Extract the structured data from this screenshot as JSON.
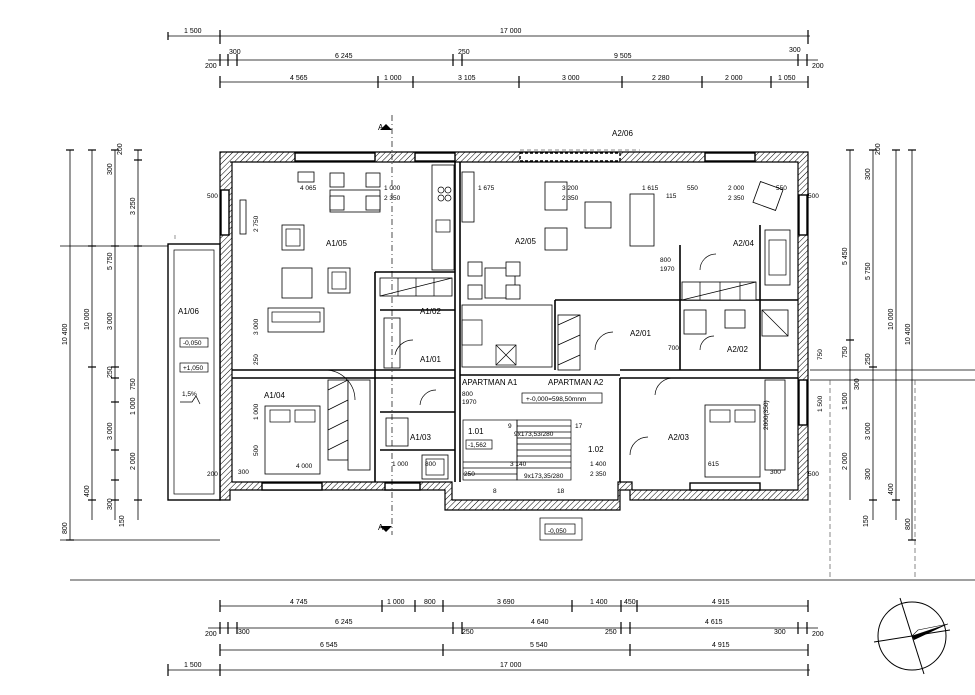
{
  "top_dims": {
    "row1": [
      "1 500",
      "17 000"
    ],
    "row2": [
      "200",
      "300",
      "6 245",
      "250",
      "9 505",
      "300",
      "200"
    ],
    "row3": [
      "4 565",
      "1 000",
      "3 105",
      "3 000",
      "2 280",
      "2 000",
      "1 050"
    ]
  },
  "bottom_dims": {
    "row1": [
      "4 745",
      "1 000",
      "800",
      "3 690",
      "1 400",
      "450",
      "4 915"
    ],
    "row2": [
      "200",
      "300",
      "6 245",
      "250",
      "4 640",
      "250",
      "4 615",
      "300",
      "200"
    ],
    "row3": [
      "6 545",
      "5 540",
      "4 915"
    ],
    "row4": [
      "1 500",
      "17 000"
    ]
  },
  "left_dims": [
    "10 400",
    "10 000",
    "5 750",
    "3 000",
    "250",
    "750",
    "1 000",
    "3 000",
    "2 000",
    "400",
    "150",
    "800",
    "3 250",
    "300",
    "200",
    "300"
  ],
  "right_dims": [
    "5 450",
    "5 750",
    "10 000",
    "10 400",
    "300",
    "1 500",
    "3 000",
    "2 000",
    "300",
    "400",
    "150",
    "800",
    "750",
    "250",
    "300",
    "200"
  ],
  "rooms": {
    "a105": "A1/05",
    "a106": "A1/06",
    "a104": "A1/04",
    "a102": "A1/02",
    "a101": "A1/01",
    "a103": "A1/03",
    "a205": "A2/05",
    "a204": "A2/04",
    "a201": "A2/01",
    "a202": "A2/02",
    "a203": "A2/03",
    "a206": "A2/06",
    "r101": "1.01",
    "r102": "1.02"
  },
  "labels": {
    "apt1": "APARTMAN A1",
    "apt2": "APARTMAN A2",
    "level": "+-0,000=598,50mnm",
    "slope": "1,5%",
    "lvl_terrace1": "-0,050",
    "lvl_terrace2": "+1,050",
    "lvl_entry": "-0,050",
    "lvl_stair": "-1,562",
    "stair1": "9x173,53/280",
    "stair2": "9x173,35/280",
    "section": "A",
    "n9": "9",
    "n17": "17",
    "n8": "8",
    "n18": "18",
    "w4065": "4 065",
    "w1000": "1 000",
    "w2350a": "2 350",
    "w1675": "1 675",
    "w1615": "1 615",
    "w3200": "3 200",
    "w2350b": "2 350",
    "w550a": "550",
    "w2000": "2 000",
    "w2350c": "2 350",
    "w550b": "550",
    "w115": "115",
    "w4000": "4 000",
    "w1400": "1 400",
    "w2350d": "2 350",
    "w615": "615",
    "w3140": "3 140",
    "w250": "250",
    "w1000b": "1 000",
    "w800": "800",
    "w500l": "500",
    "w500r": "500",
    "w200a": "200",
    "w200b": "200",
    "w300a": "300",
    "w300b": "300",
    "d1970a": "800\n1970",
    "d_800": "800",
    "d_1970": "1970",
    "d_700": "700",
    "d_2000": "2000(350)",
    "d_2750": "2 750",
    "d_3000": "3 000",
    "d_2350": "2 350",
    "d_750": "750",
    "d_1500": "1 500",
    "d_400": "400"
  }
}
